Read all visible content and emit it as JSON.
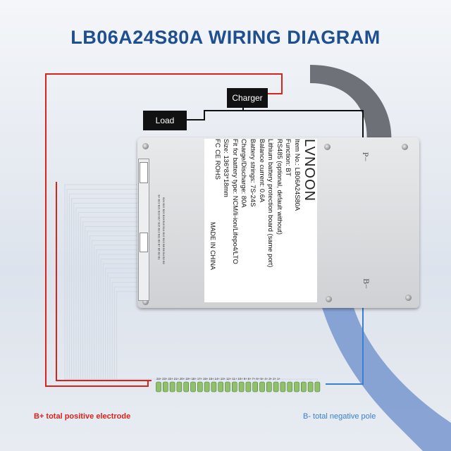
{
  "title": "LB06A24S80A WIRING DIAGRAM",
  "tags": {
    "charger": "Charger",
    "load": "Load"
  },
  "board": {
    "label_card": {
      "brand": "LVNOON",
      "lines": [
        "Item No.: LB06A24S80A",
        "Function: BT",
        "RS485 (optional, default without)",
        "Lithium battery protection board (same port)",
        "Balance current: 0.6A",
        "Battery strings: 7S-24S",
        "Charge/Discharge: 80A",
        "Fit for battery type: NCM/li-ion/Lifepo4/LTO",
        "Size: 136*83*18mm",
        "FC CE ROHS"
      ],
      "made_in": "MADE IN CHINA"
    },
    "pole_p": "P−",
    "pole_b": "B−",
    "connector_labels_row1": "B+ B23 B21 B19 B17 B15 B13 B11 B9 B7 B5 B3 B1",
    "connector_labels_row2": "B24 B22 B20 B18 B16 B14 B12 B10 B8 B6 B4 B2 B0"
  },
  "cell_labels": "24+ 23+ 22+ 21+ 20+ 19+ 18+ 17+ 16+ 15+ 14+ 13+ 12+ 11+ 10+ 9+ 8+ 7+ 6+ 5+ 4+ 3+ 2+ 1+",
  "legend": {
    "b_plus": "B+ total positive electrode",
    "b_minus": "B- total negative pole"
  },
  "colors": {
    "title": "#1f4f8f",
    "positive": "#d9241c",
    "negative": "#3a7fd0",
    "balance_wire": "#d7dee8",
    "cable": "#6c8ec9"
  }
}
